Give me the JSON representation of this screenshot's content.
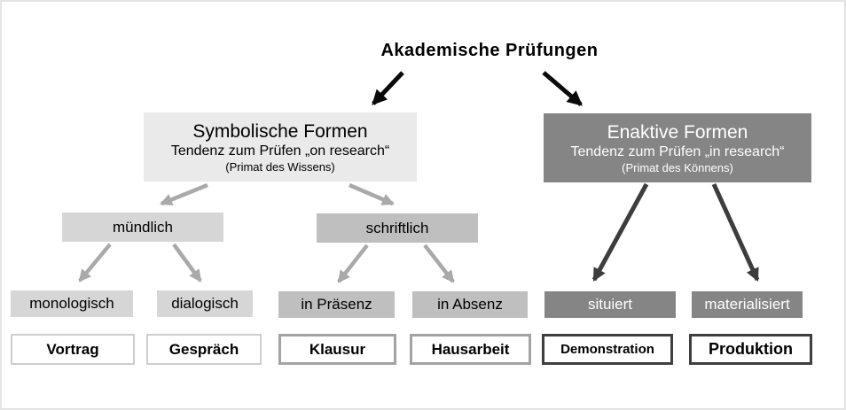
{
  "title": "Akademische Prüfungen",
  "nodes": {
    "symbolische": {
      "title": "Symbolische Formen",
      "subtitle": "Tendenz zum Prüfen „on research“",
      "primat": "(Primat des Wissens)"
    },
    "enaktive": {
      "title": "Enaktive Formen",
      "subtitle": "Tendenz zum Prüfen „in research“",
      "primat": "(Primat des Könnens)"
    },
    "muendlich": {
      "label": "mündlich"
    },
    "schriftlich": {
      "label": "schriftlich"
    },
    "monologisch": {
      "label": "monologisch"
    },
    "dialogisch": {
      "label": "dialogisch"
    },
    "in_praesenz": {
      "label": "in Präsenz"
    },
    "in_absenz": {
      "label": "in Absenz"
    },
    "situiert": {
      "label": "situiert"
    },
    "materialisiert": {
      "label": "materialisiert"
    },
    "vortrag": {
      "label": "Vortrag"
    },
    "gespraech": {
      "label": "Gespräch"
    },
    "klausur": {
      "label": "Klausur"
    },
    "hausarbeit": {
      "label": "Hausarbeit"
    },
    "demonstration": {
      "label": "Demonstration"
    },
    "produktion": {
      "label": "Produktion"
    }
  },
  "colors": {
    "box_light1": "#eaeaea",
    "box_light2": "#d6d6d6",
    "box_mid": "#bfbfbf",
    "box_dark": "#858585",
    "text_light": "#ffffff",
    "arrow_black": "#0a0a0a",
    "arrow_gray": "#a9a9a9",
    "arrow_dark": "#3d3d3d",
    "border_light": "#cdcdcd",
    "border_mid": "#a3a3a3",
    "border_dark": "#3f3f3f",
    "frame": "#e4e4e4"
  }
}
